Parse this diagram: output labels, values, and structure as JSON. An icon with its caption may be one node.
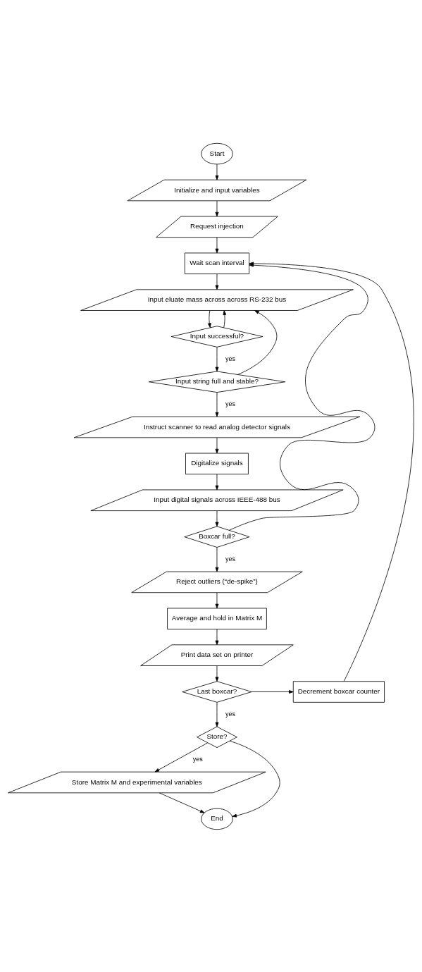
{
  "diagram": {
    "nodes": [
      {
        "text": [
          "Start"
        ]
      },
      {
        "text": [
          "Initialize and input variables"
        ]
      },
      {
        "text": [
          "Request injection"
        ]
      },
      {
        "text": [
          "Wait scan interval"
        ]
      },
      {
        "text": [
          "Input eluate mass across across RS-232 bus"
        ]
      },
      {
        "text": [
          "Input successful?"
        ]
      },
      {
        "text": [
          "Input string full and stable?"
        ]
      },
      {
        "text": [
          "Instruct scanner to read analog detector signals"
        ]
      },
      {
        "text": [
          "Digitalize signals"
        ]
      },
      {
        "text": [
          "Input digital signals across IEEE-488 bus"
        ]
      },
      {
        "text": [
          "Boxcar full?"
        ]
      },
      {
        "text": [
          "Reject outliers (“de-spike”)"
        ]
      },
      {
        "text": [
          "Average and hold in Matrix M"
        ]
      },
      {
        "text": [
          "Print data set on printer"
        ]
      },
      {
        "text": [
          "Last boxcar?"
        ]
      },
      {
        "text": [
          "Decrement boxcar counter"
        ]
      },
      {
        "text": [
          "Store?"
        ]
      },
      {
        "text": [
          "Store Matrix M and experimental variables"
        ]
      },
      {
        "text": [
          "End"
        ]
      }
    ],
    "edges": [
      {
        "from": 0,
        "to": 1,
        "arrow": "to"
      },
      {
        "from": 1,
        "to": 2,
        "arrow": "to"
      },
      {
        "from": 2,
        "to": 3,
        "arrow": "to"
      },
      {
        "from": 3,
        "to": 4,
        "arrow": "to"
      },
      {
        "from": 4,
        "to": 5,
        "arrow": "to"
      },
      {
        "from": 5,
        "to": 6,
        "arrow": "to",
        "label": "yes"
      },
      {
        "from": 5,
        "to": 4,
        "arrow": "to"
      },
      {
        "from": 6,
        "to": 4,
        "arrow": "to"
      },
      {
        "from": 6,
        "to": 7,
        "arrow": "to",
        "label": "yes"
      },
      {
        "from": 7,
        "to": 8,
        "arrow": "to"
      },
      {
        "from": 8,
        "to": 9,
        "arrow": "to"
      },
      {
        "from": 9,
        "to": 10,
        "arrow": "to"
      },
      {
        "from": 10,
        "to": 3,
        "arrow": "to"
      },
      {
        "from": 10,
        "to": 11,
        "arrow": "to",
        "label": "yes"
      },
      {
        "from": 11,
        "to": 12,
        "arrow": "to"
      },
      {
        "from": 12,
        "to": 13,
        "arrow": "to"
      },
      {
        "from": 13,
        "to": 14,
        "arrow": "to"
      },
      {
        "from": 14,
        "to": 15,
        "arrow": "to"
      },
      {
        "from": 15,
        "to": 3,
        "arrow": "to"
      },
      {
        "from": 14,
        "to": 16,
        "arrow": "to",
        "label": "yes"
      },
      {
        "from": 16,
        "to": 18,
        "arrow": "to"
      },
      {
        "from": 16,
        "to": 17,
        "arrow": "to",
        "label": "yes"
      },
      {
        "from": 17,
        "to": 18,
        "arrow": "to"
      }
    ]
  }
}
